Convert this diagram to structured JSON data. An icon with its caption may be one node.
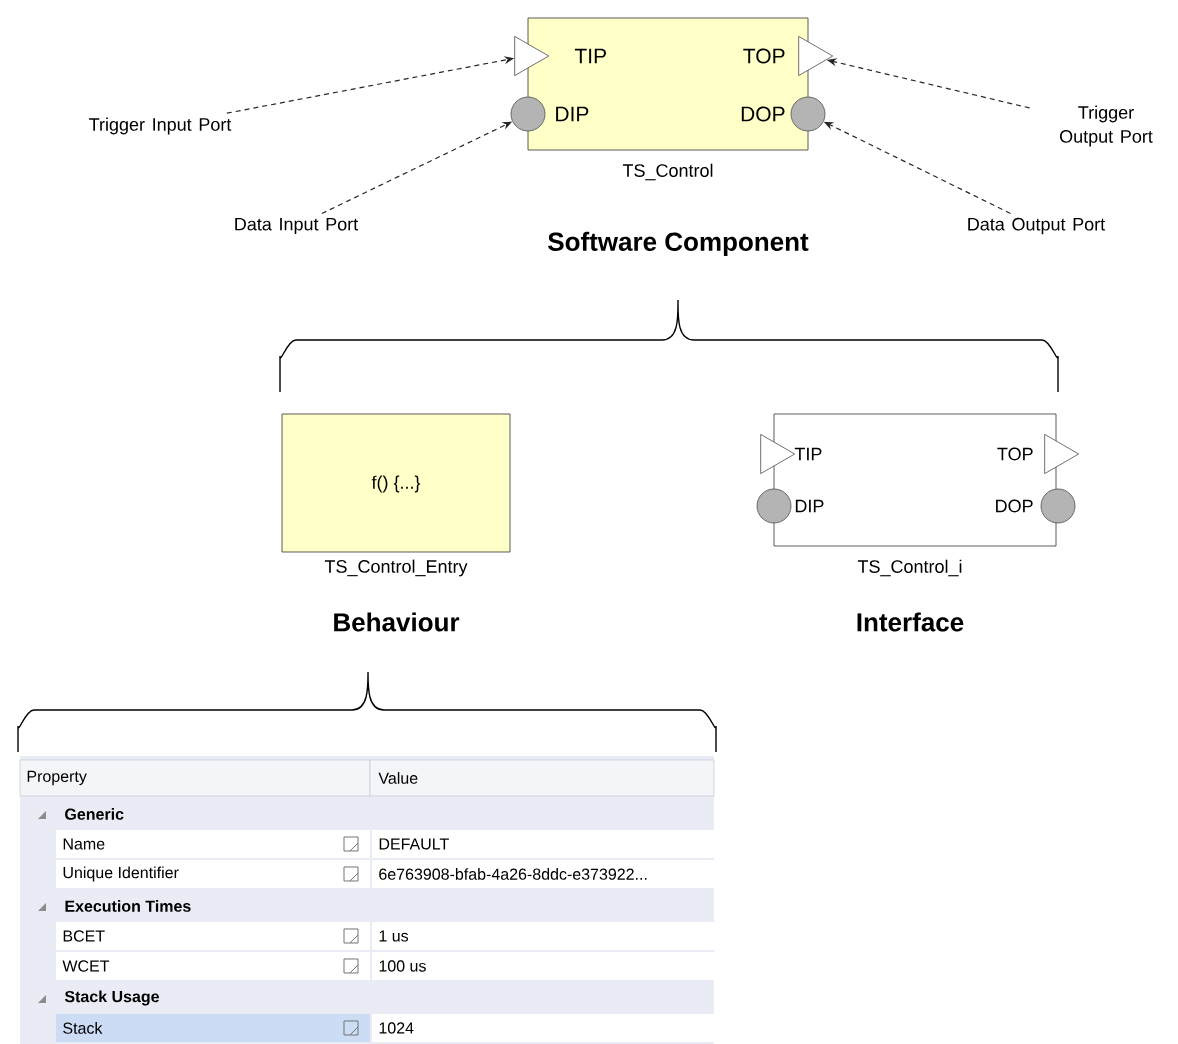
{
  "diagram": {
    "nodes": [
      {
        "text": [
          "TIP",
          "DIP",
          "TOP",
          "DOP",
          "TS_Control"
        ]
      },
      {
        "text": [],
        "shape": "triangle"
      },
      {
        "text": [],
        "shape": "circle"
      },
      {
        "text": [],
        "shape": "triangle"
      },
      {
        "text": [],
        "shape": "circle"
      },
      {
        "text": [
          "Trigger Input Port"
        ]
      },
      {
        "text": [
          "Data Input Port"
        ]
      },
      {
        "text": [
          "Trigger Output Port"
        ]
      },
      {
        "text": [
          "Data Output Port"
        ]
      },
      {
        "text": [
          "f() {...}",
          "TS_Control_Entry"
        ]
      },
      {
        "text": [
          "TIP",
          "DIP",
          "TOP",
          "DOP",
          "TS_Control_i"
        ]
      }
    ],
    "edges": [
      {
        "from": 5,
        "to": 1,
        "arrow": "to",
        "style": "dashed"
      },
      {
        "from": 6,
        "to": 2,
        "arrow": "to",
        "style": "dashed"
      },
      {
        "from": 7,
        "to": 3,
        "arrow": "to",
        "style": "dashed"
      },
      {
        "from": 8,
        "to": 4,
        "arrow": "to",
        "style": "dashed"
      }
    ],
    "labels": [
      "Software Component",
      "Behaviour",
      "Interface",
      "Property",
      "Value",
      "Generic",
      "Name",
      "DEFAULT",
      "Unique Identifier",
      "6e763908-bfab-4a26-8ddc-e373922...",
      "Execution Times",
      "BCET",
      "1 us",
      "WCET",
      "100 us",
      "Stack Usage",
      "Stack",
      "1024"
    ]
  }
}
